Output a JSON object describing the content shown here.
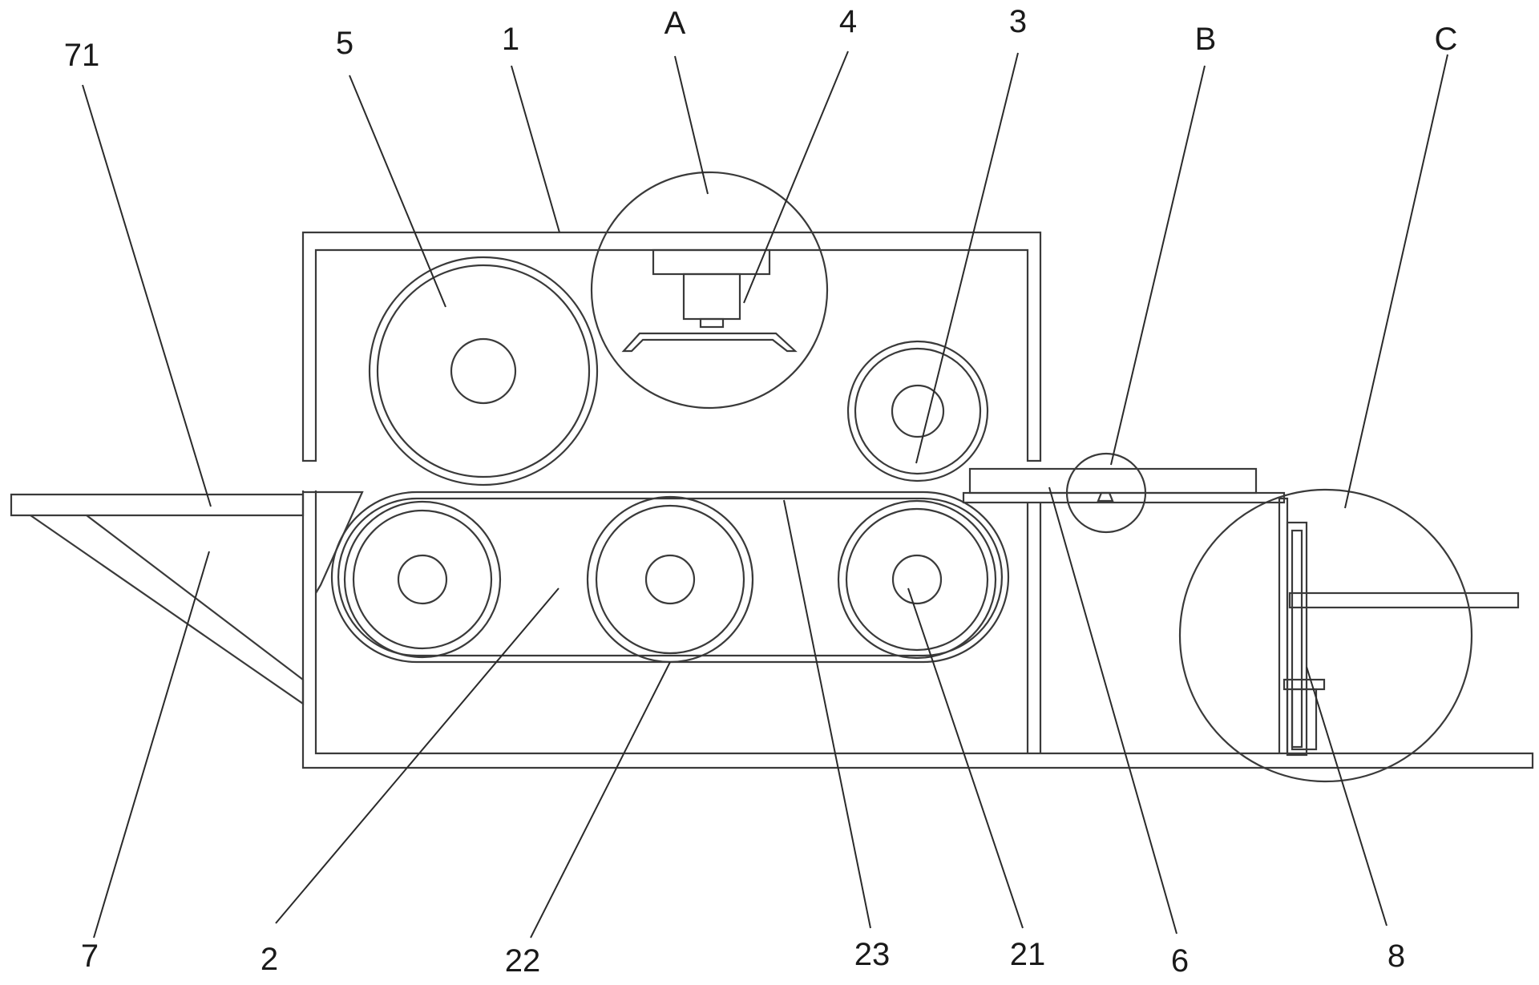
{
  "labels": {
    "l71": "71",
    "l5": "5",
    "l1": "1",
    "lA": "A",
    "l4": "4",
    "l3": "3",
    "lB": "B",
    "lC": "C",
    "l7": "7",
    "l2": "2",
    "l22": "22",
    "l23": "23",
    "l21": "21",
    "l6": "6",
    "l8": "8"
  }
}
